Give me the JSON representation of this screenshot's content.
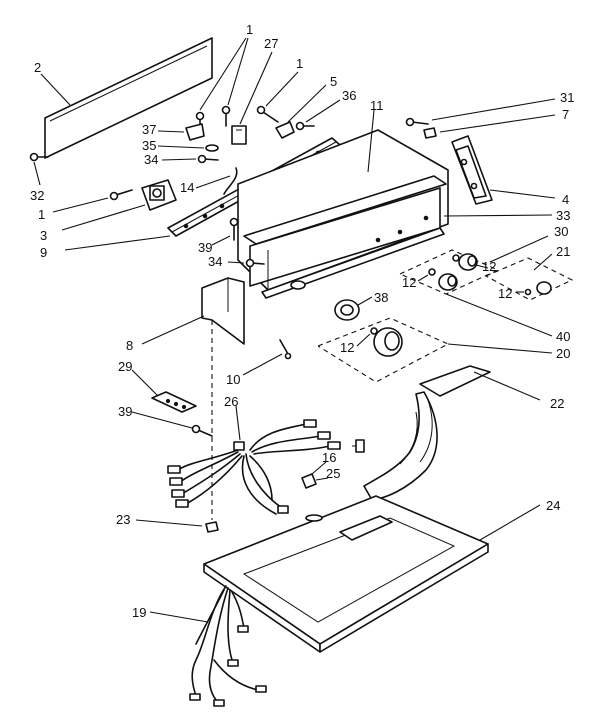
{
  "diagram": {
    "callout_numbers": [
      "1",
      "2",
      "3",
      "4",
      "5",
      "7",
      "8",
      "9",
      "10",
      "11",
      "12",
      "14",
      "16",
      "19",
      "20",
      "21",
      "22",
      "23",
      "24",
      "25",
      "26",
      "27",
      "29",
      "30",
      "31",
      "32",
      "33",
      "34",
      "35",
      "36",
      "37",
      "38",
      "39",
      "40"
    ],
    "callouts": {
      "c1a": "1",
      "c1b": "1",
      "c1c": "1",
      "c2": "2",
      "c3": "3",
      "c4": "4",
      "c5": "5",
      "c7": "7",
      "c8": "8",
      "c9": "9",
      "c10": "10",
      "c11": "11",
      "c12a": "12",
      "c12b": "12",
      "c12c": "12",
      "c12d": "12",
      "c14": "14",
      "c16": "16",
      "c19": "19",
      "c20": "20",
      "c21": "21",
      "c22": "22",
      "c23": "23",
      "c24": "24",
      "c25": "25",
      "c26": "26",
      "c27": "27",
      "c29": "29",
      "c30": "30",
      "c31": "31",
      "c32": "32",
      "c33": "33",
      "c34a": "34",
      "c34b": "34",
      "c35": "35",
      "c36": "36",
      "c37": "37",
      "c38": "38",
      "c39a": "39",
      "c39b": "39",
      "c40": "40"
    },
    "colors": {
      "ink": "#111111",
      "paper": "#ffffff"
    }
  }
}
